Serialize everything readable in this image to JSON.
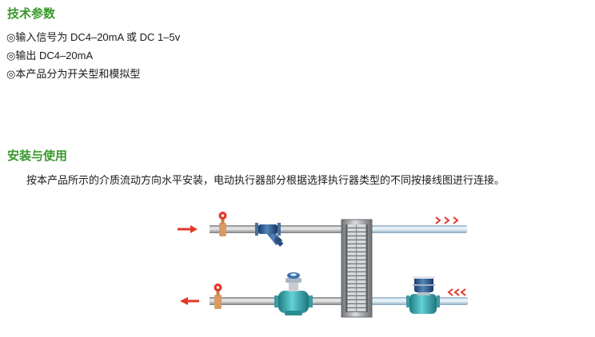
{
  "theme": {
    "heading_color": "#39972b",
    "text_color": "#1a1a1a",
    "arrow_color": "#e2382a"
  },
  "spec": {
    "title": "技术参数",
    "items": [
      "◎输入信号为 DC4–20mA 或 DC 1–5v",
      "◎输出 DC4–20mA",
      "◎本产品分为开关型和模拟型"
    ]
  },
  "install": {
    "title": "安装与使用",
    "text": "按本产品所示的介质流动方向水平安装，电动执行器部分根据选择执行器类型的不同按接线图进行连接。"
  }
}
